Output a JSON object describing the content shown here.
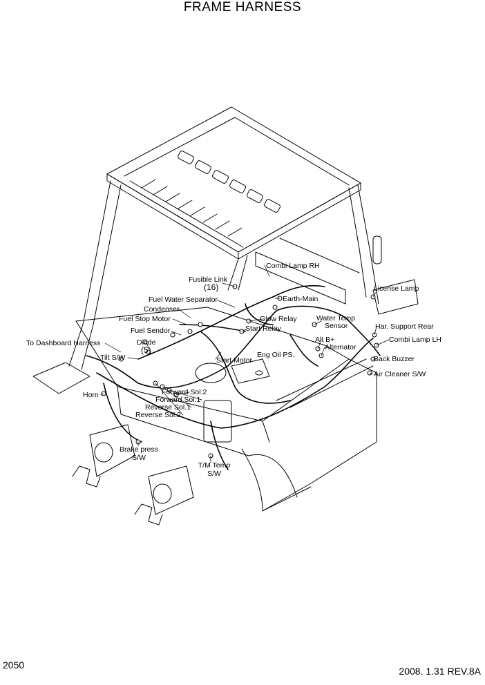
{
  "title": "FRAME HARNESS",
  "labels": {
    "fusible_link": "Fusible Link",
    "fusible_link_qty": "(16)",
    "combi_lamp_rh": "Combi Lamp RH",
    "license_lamp": "License Lamp",
    "fuel_water_separator": "Fuel  Water Separator",
    "earth_main": "Earth-Main",
    "condenser": "Condenser",
    "fuel_stop_motor": "Fuel  Stop Motor",
    "glow_relay": "Glow Relay",
    "water_temp": "Water Temp",
    "sensor": "Sensor",
    "har_support_rear": "Har. Support Rear",
    "fuel_sendor": "Fuel Sendor",
    "start_relay": "Start Relay",
    "alt_b_plus": "Alt B+",
    "combi_lamp_lh": "Combi Lamp LH",
    "to_dashboard_harness": "To Dashboard Harness",
    "diode": "Diode",
    "diode_qty": "(5)",
    "alternator": "Alternator",
    "tilt_sw": "Tilt S/W",
    "eng_oil_ps": "Eng Oil PS.",
    "start_motor": "Start Motor",
    "back_buzzer": "Back Buzzer",
    "air_cleaner_sw": "Air Cleaner S/W",
    "horn": "Horn",
    "forward_sol_2": "Forward Sol.2",
    "forward_sol_1": "Forward Sol.1",
    "reverse_sol_1": "Reverse Sol.1",
    "reverse_sol_2": "Reverse Sol.2",
    "brake_press": "Brake press",
    "brake_press_sw": "S/W",
    "tm_temp": "T/M Temp",
    "tm_temp_sw": "S/W"
  },
  "footer": {
    "page_number": "2050",
    "date_revision": "2008. 1.31  REV.8A"
  }
}
